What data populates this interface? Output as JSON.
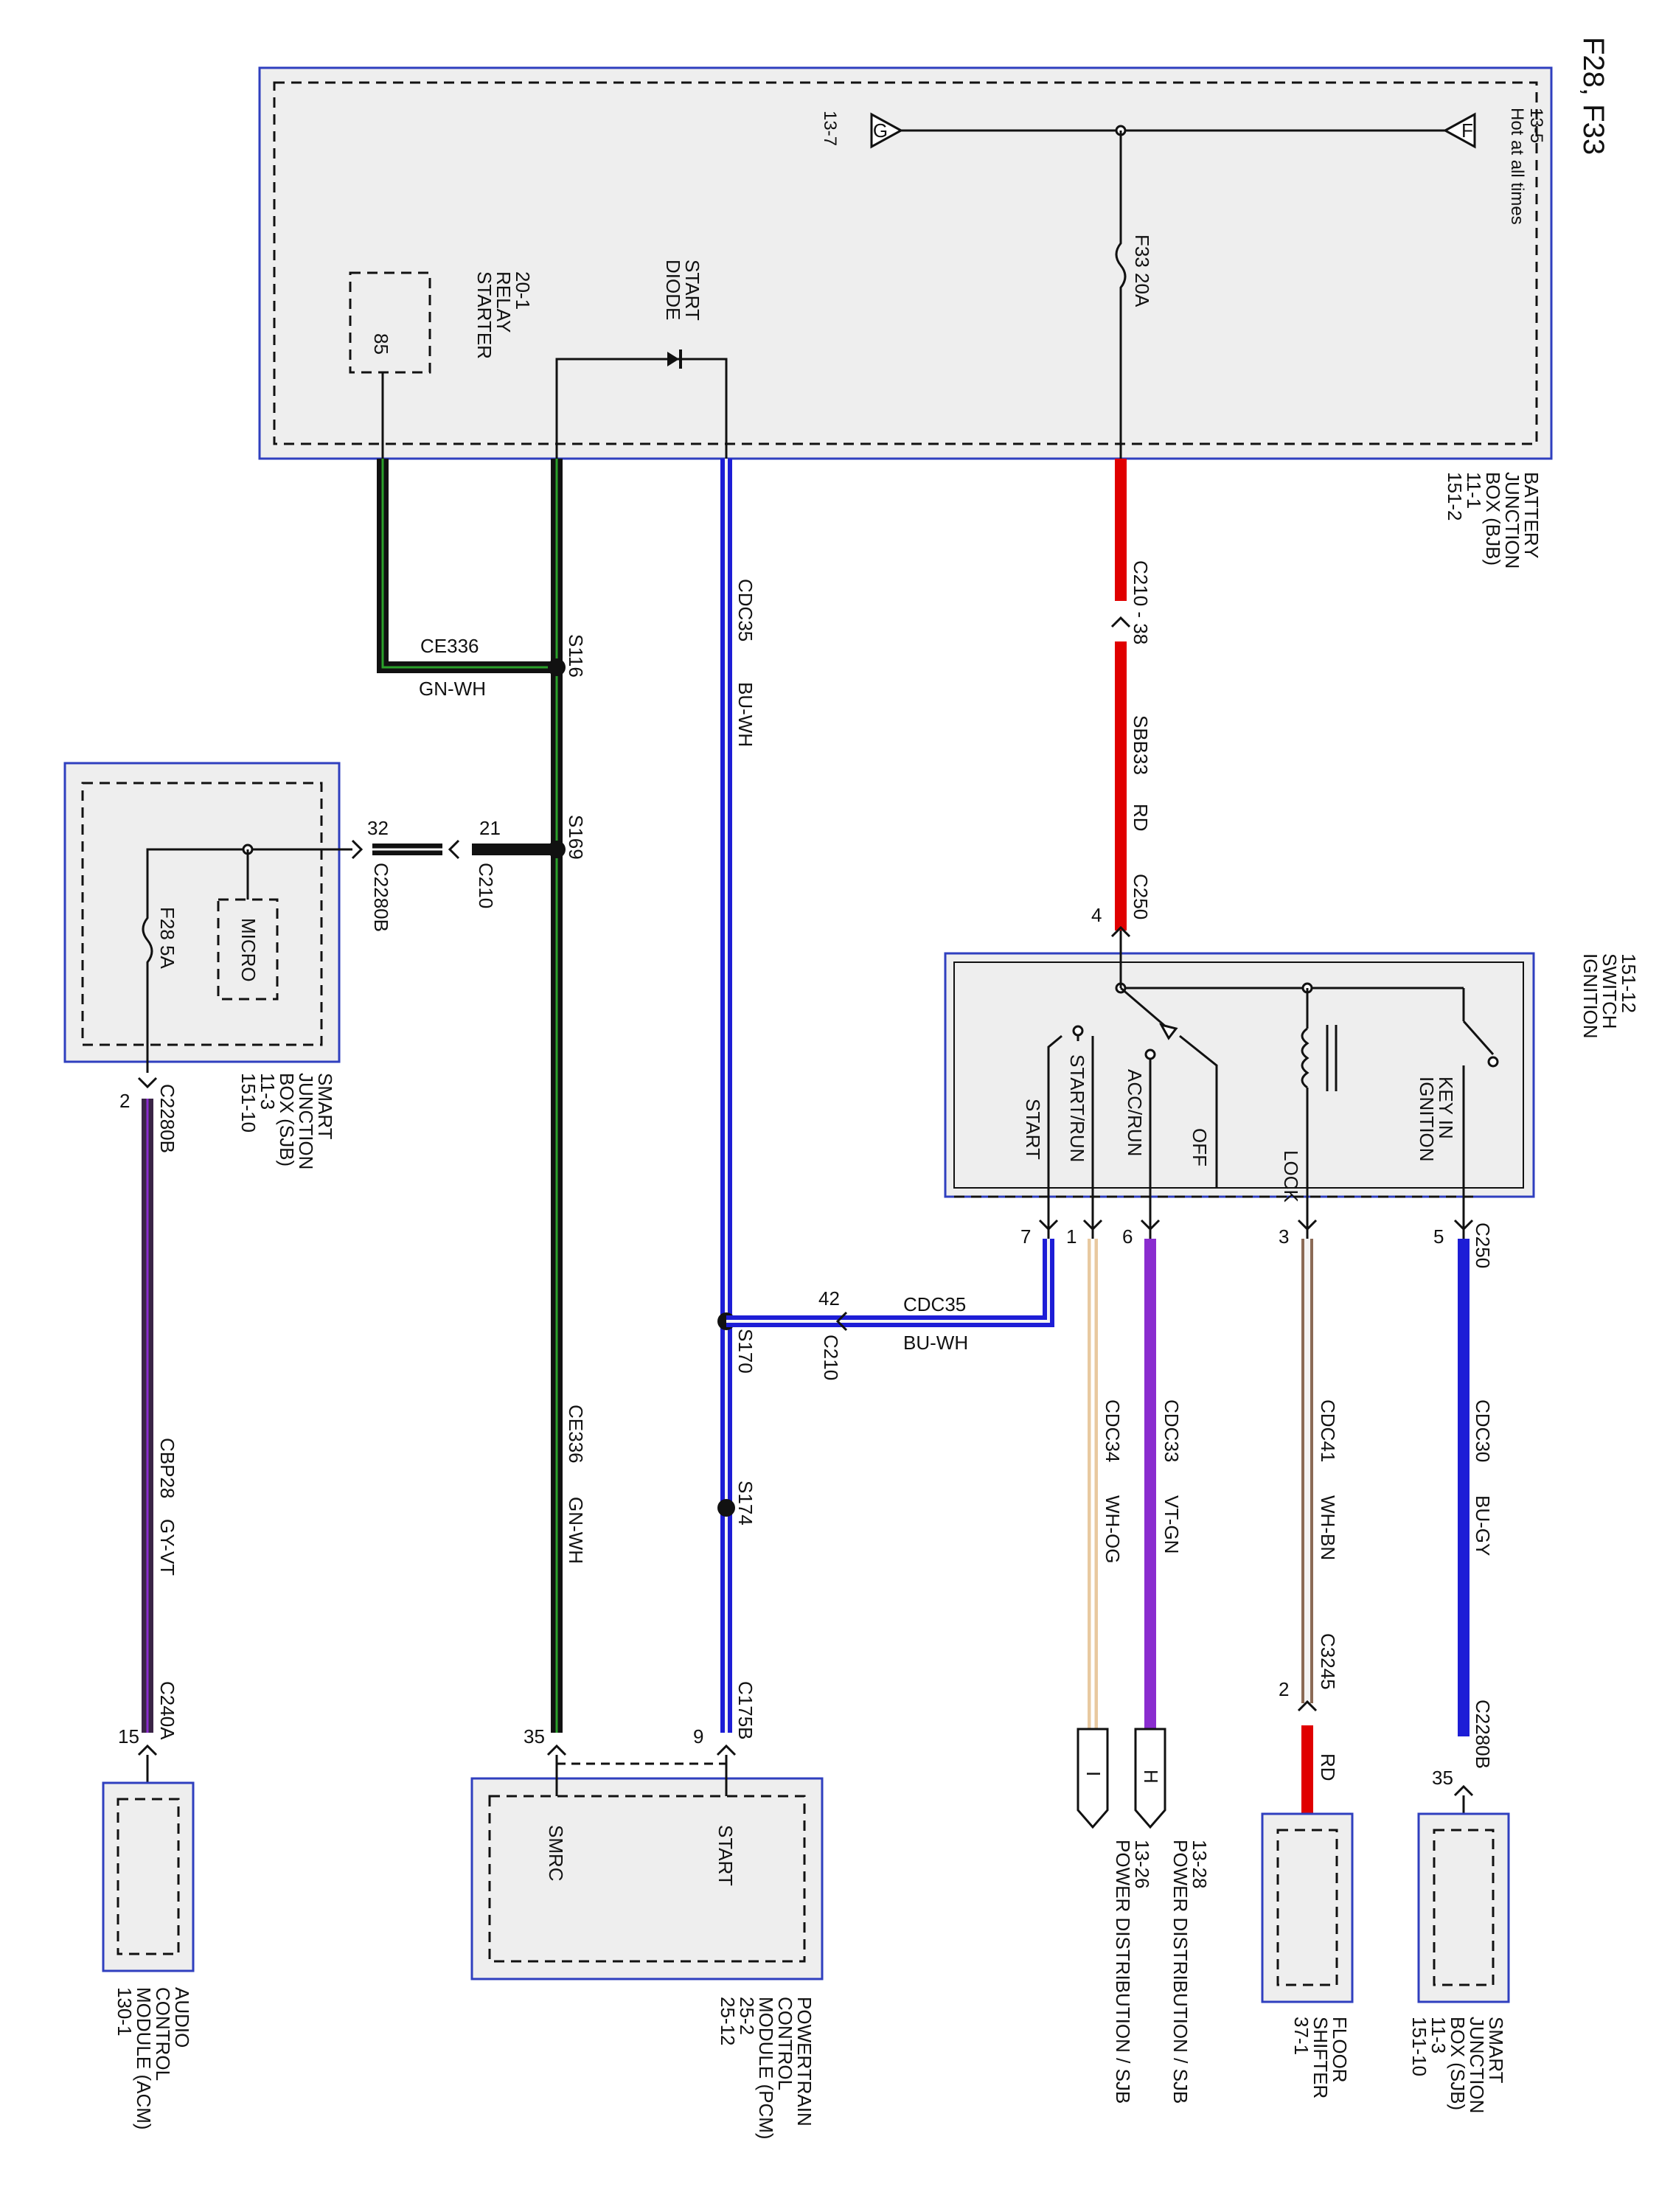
{
  "title": "F28, F33",
  "colors": {
    "red": "#e00000",
    "blue": "#1d1dd6",
    "black": "#111111",
    "violet": "#8a2ccf",
    "wire_white": "#f4f4f4",
    "tan": "#e8c9a0",
    "brown": "#8b6a55",
    "box_border": "#2f3fbf",
    "box_fill": "#eeeeee"
  },
  "components": {
    "bjb": [
      "BATTERY",
      "JUNCTION",
      "BOX (BJB)",
      "11-1",
      "151-2"
    ],
    "ignition_switch": [
      "IGNITION",
      "SWITCH",
      "151-12"
    ],
    "sjb_left": [
      "SMART",
      "JUNCTION",
      "BOX (SJB)",
      "11-3",
      "151-10"
    ],
    "sjb_bottom": [
      "SMART",
      "JUNCTION",
      "BOX (SJB)",
      "11-3",
      "151-10"
    ],
    "floor_shifter": [
      "FLOOR",
      "SHIFTER",
      "37-1"
    ],
    "pd_h": [
      "POWER DISTRIBUTION / SJB",
      "13-28"
    ],
    "pd_i": [
      "POWER DISTRIBUTION / SJB",
      "13-26"
    ],
    "pcm": [
      "POWERTRAIN",
      "CONTROL",
      "MODULE (PCM)",
      "25-2",
      "25-12"
    ],
    "acm": [
      "AUDIO",
      "CONTROL",
      "MODULE (ACM)",
      "130-1"
    ]
  },
  "bjb_internal": {
    "hot_at_all_times": "Hot at all times",
    "ref_f": "13-5",
    "ref_g": "13-7",
    "flag_f": "F",
    "flag_g": "G",
    "fuse": "F33  20A",
    "start_diode": [
      "START",
      "DIODE"
    ],
    "starter_relay": [
      "STARTER",
      "RELAY",
      "20-1"
    ],
    "pin_85": "85"
  },
  "sjb_internal": {
    "fuse": "F28  5A",
    "micro": "MICRO"
  },
  "switch_positions": {
    "key_in_ignition": [
      "KEY IN",
      "IGNITION"
    ],
    "lock": "LOCK",
    "off": "OFF",
    "acc_run": "ACC/RUN",
    "start_run": "START/RUN",
    "start": "START"
  },
  "wires": {
    "sbb33": {
      "circuit": "SBB33",
      "color": "RD"
    },
    "c210_38": "C210 - 38",
    "c250_top": "C250",
    "pin_4": "4",
    "cdc35_vertical": {
      "circuit": "CDC35",
      "color": "BU-WH"
    },
    "cdc35_horizontal": {
      "circuit": "CDC35",
      "color": "BU-WH"
    },
    "ce336_top": {
      "circuit": "CE336",
      "color": "GN-WH"
    },
    "ce336_vertical": {
      "circuit": "CE336",
      "color": "GN-WH"
    },
    "cdc30": {
      "circuit": "CDC30",
      "color": "BU-GY"
    },
    "cdc41": {
      "circuit": "CDC41",
      "color": "WH-BN"
    },
    "cdc33": {
      "circuit": "CDC33",
      "color": "VT-GN"
    },
    "cdc34": {
      "circuit": "CDC34",
      "color": "WH-OG"
    },
    "cbp28": {
      "circuit": "CBP28",
      "color": "GY-VT"
    },
    "rd_short": "RD"
  },
  "splices": {
    "s116": "S116",
    "s169": "S169",
    "s170": "S170",
    "s174": "S174"
  },
  "connectors": {
    "c250_pin5": "C250",
    "pin_5": "5",
    "pin_3": "3",
    "pin_6": "6",
    "pin_1": "1",
    "pin_7": "7",
    "c210_42": "C210",
    "pin_42": "42",
    "c2280b_left": "C2280B",
    "pin_32": "32",
    "c210_21": "C210",
    "pin_21": "21",
    "c2280b_down": "C2280B",
    "pin_2_sjb": "2",
    "c3245": "C3245",
    "pin_2_c3245": "2",
    "c2280b_bottom": "C2280B",
    "pin_35_sjb": "35",
    "c175b": "C175B",
    "pin_9": "9",
    "pin_35_pcm": "35",
    "c240a": "C240A",
    "pin_15": "15"
  },
  "pcm_pins": {
    "start": "START",
    "smrc": "SMRC"
  }
}
